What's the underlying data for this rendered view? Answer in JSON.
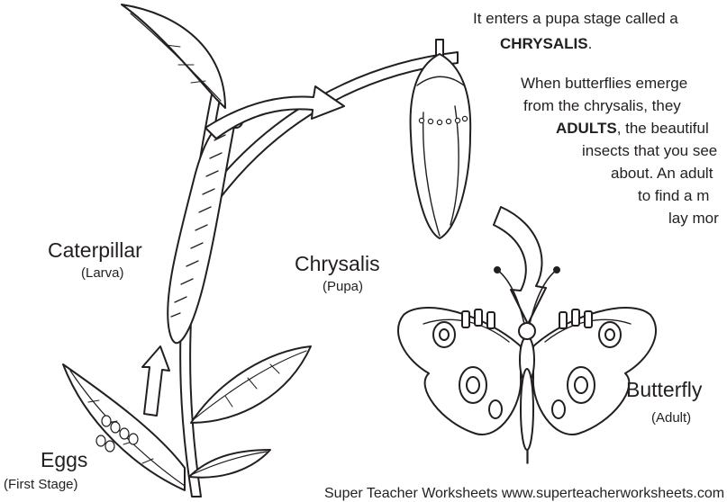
{
  "stages": {
    "eggs": {
      "name": "Eggs",
      "sub": "(First Stage)"
    },
    "caterpillar": {
      "name": "Caterpillar",
      "sub": "(Larva)"
    },
    "chrysalis": {
      "name": "Chrysalis",
      "sub": "(Pupa)"
    },
    "butterfly": {
      "name": "Butterfly",
      "sub": "(Adult)"
    }
  },
  "text_pupa": {
    "line1": "It enters a pupa stage called a",
    "term": "CHRYSALIS",
    "term_end": "."
  },
  "text_adult": {
    "line1": "When butterflies emerge",
    "line2": "from the chrysalis, they",
    "term": "ADULTS",
    "line3_rest": ", the beautiful",
    "line4": "insects that you see",
    "line5": "about. An adult",
    "line6": "to find a m",
    "line7": "lay mor"
  },
  "footer": {
    "text": "Super Teacher Worksheets  www.superteacherworksheets.com"
  }
}
